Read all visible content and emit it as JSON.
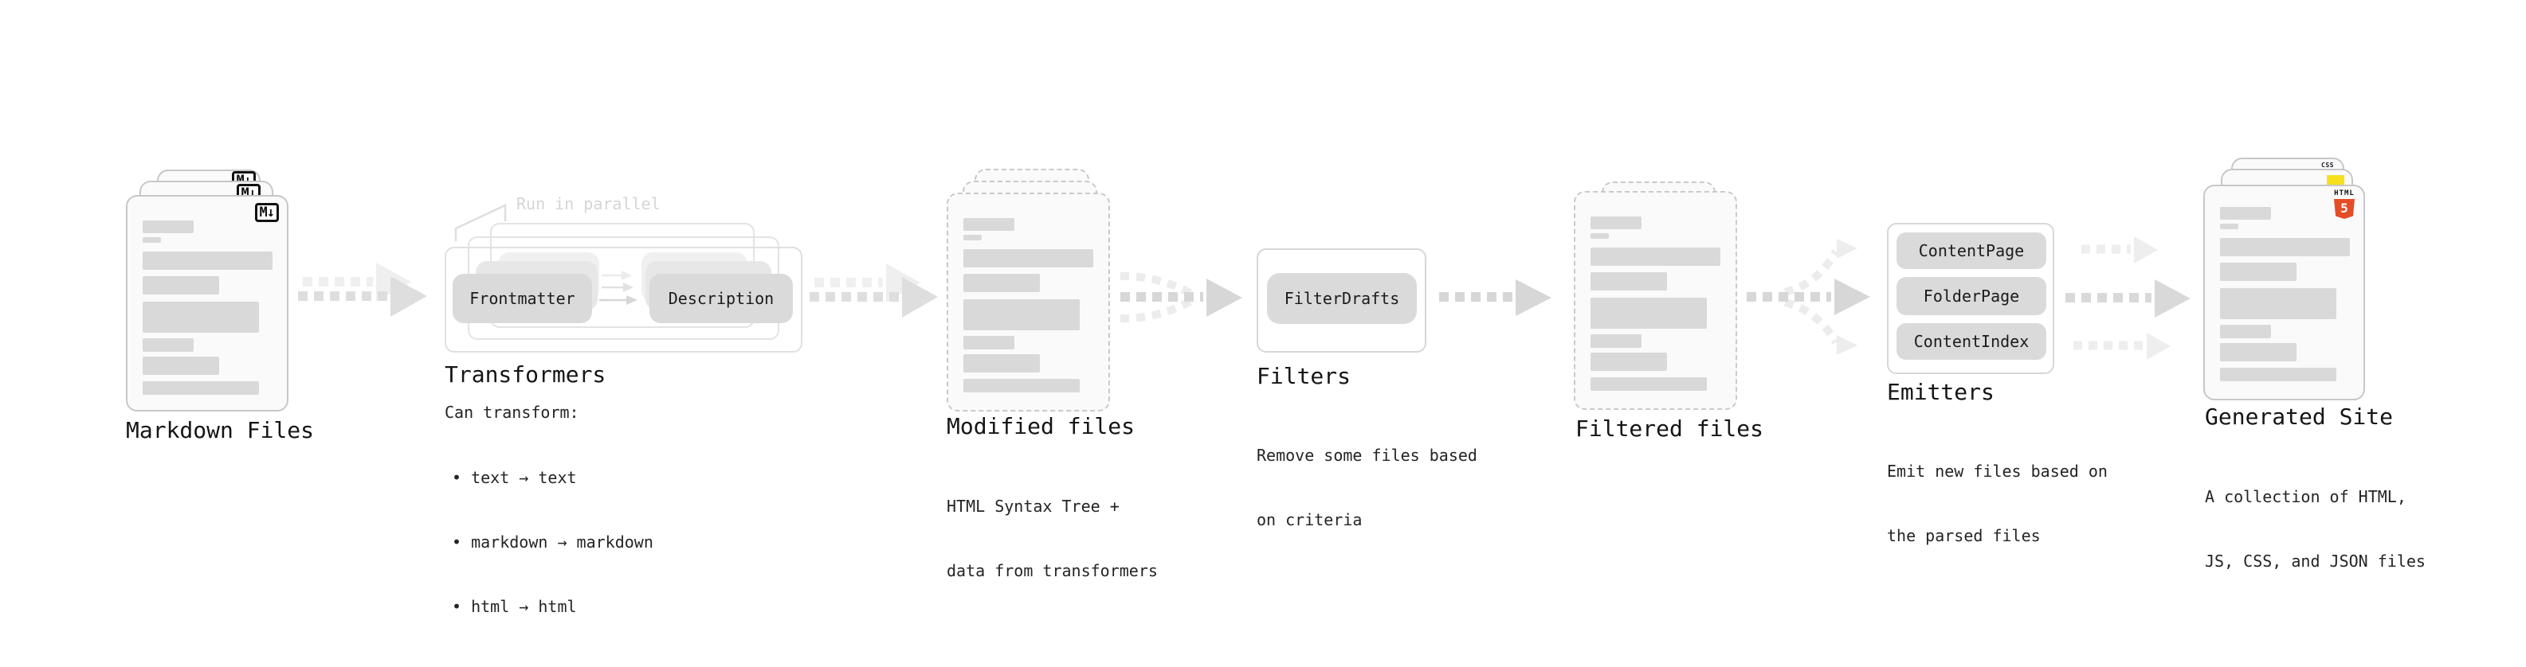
{
  "nodes": {
    "markdown_files": {
      "label": "Markdown Files",
      "badge": "M↓"
    },
    "transformers": {
      "heading": "Transformers",
      "note": "Run in parallel",
      "buttons": [
        "Frontmatter",
        "Description"
      ],
      "desc_title": "Can transform:",
      "bullets": [
        "• text → text",
        "• markdown → markdown",
        "• html → html"
      ]
    },
    "modified_files": {
      "label": "Modified files",
      "desc": [
        "HTML Syntax Tree +",
        "data from transformers"
      ]
    },
    "filters": {
      "heading": "Filters",
      "buttons": [
        "FilterDrafts"
      ],
      "desc": [
        "Remove some files based",
        "on criteria"
      ]
    },
    "filtered_files": {
      "label": "Filtered files"
    },
    "emitters": {
      "heading": "Emitters",
      "buttons": [
        "ContentPage",
        "FolderPage",
        "ContentIndex"
      ],
      "desc": [
        "Emit new files based on",
        "the parsed files"
      ]
    },
    "generated_site": {
      "label": "Generated Site",
      "desc": [
        "A collection of HTML,",
        "JS, CSS, and JSON files"
      ],
      "badges": {
        "html_label": "HTML",
        "html_number": "5",
        "css_label": "CSS"
      }
    }
  },
  "colors": {
    "html5_orange": "#e44d26",
    "js_yellow": "#f7df1e",
    "css_blue": "#2962ff",
    "card_border": "#c7c7c7",
    "dashed_border": "#c9c9c9",
    "bar_fill": "#d9d9d9",
    "button_fill": "#dadada",
    "arrow_dark": "#dedede",
    "arrow_light": "#efefef",
    "note_gray": "#d5d5d5"
  }
}
